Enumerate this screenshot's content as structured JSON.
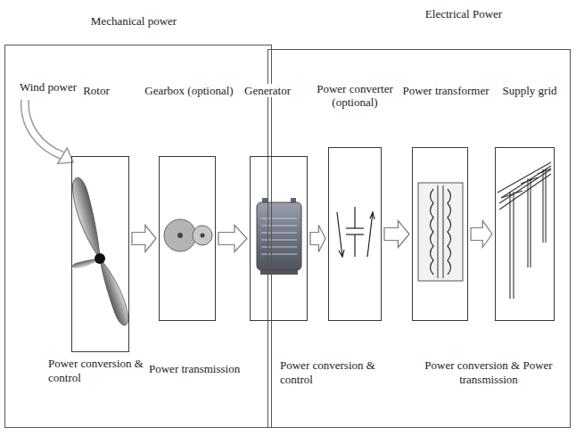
{
  "diagram": {
    "nodes": [
      {
        "text": [
          "Mechanical power"
        ]
      },
      {
        "text": [
          "Electrical Power"
        ]
      },
      {
        "text": [
          "Rotor"
        ],
        "in": 0
      },
      {
        "text": [
          "Gearbox (optional)"
        ],
        "in": 0
      },
      {
        "text": [
          "Generator"
        ]
      },
      {
        "text": [
          "Power converter (optional)"
        ],
        "in": 1
      },
      {
        "text": [
          "Power transformer"
        ],
        "in": 1
      },
      {
        "text": [
          "Supply grid"
        ],
        "in": 1
      }
    ],
    "edges": [
      {
        "from": 2,
        "to": 3,
        "arrow": "to"
      },
      {
        "from": 3,
        "to": 4,
        "arrow": "to"
      },
      {
        "from": 4,
        "to": 5,
        "arrow": "to"
      },
      {
        "from": 5,
        "to": 6,
        "arrow": "to"
      },
      {
        "from": 6,
        "to": 7,
        "arrow": "to"
      }
    ],
    "labels": [
      "Wind power",
      "Power conversion & control",
      "Power transmission",
      "Power conversion & control",
      "Power conversion & Power transmission"
    ]
  }
}
